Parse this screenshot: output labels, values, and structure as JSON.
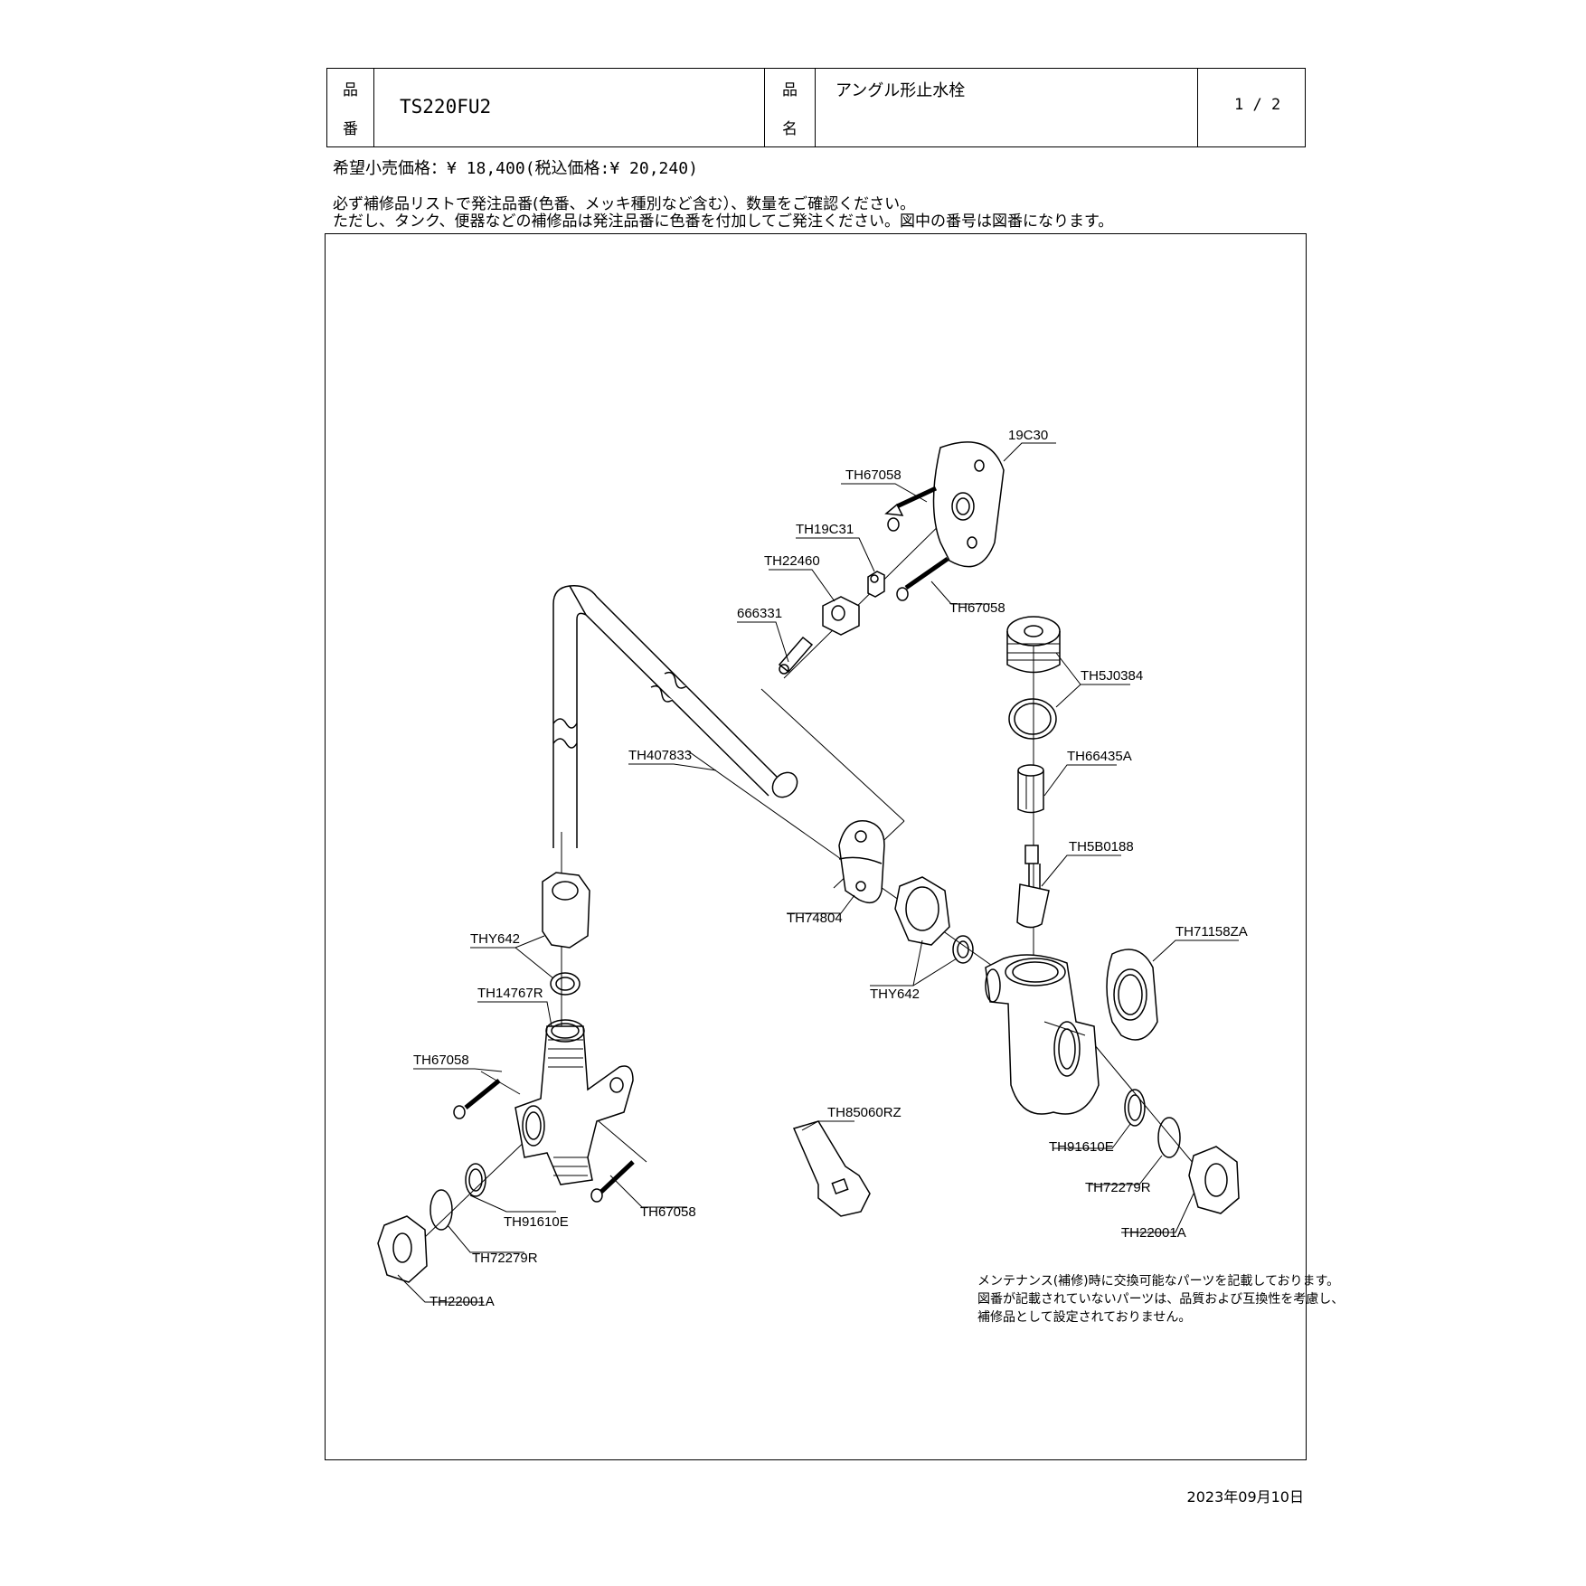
{
  "header": {
    "part_no_label_1": "品",
    "part_no_label_2": "番",
    "part_no": "TS220FU2",
    "name_label_1": "品",
    "name_label_2": "名",
    "product_name": "アングル形止水栓",
    "page": "1 / 2"
  },
  "price_line": "希望小売価格：¥ 18,400(税込価格:¥ 20,240)",
  "notes": [
    "必ず補修品リストで発注品番(色番、メッキ種別など含む）、数量をご確認ください。",
    "ただし、タンク、便器などの補修品は発注品番に色番を付加してご発注ください。図中の番号は図番になります。"
  ],
  "part_labels": {
    "p19c30": "19C30",
    "th67058_a": "TH67058",
    "th19c31": "TH19C31",
    "th22460": "TH22460",
    "th67058_b": "TH67058",
    "p666331": "666331",
    "th5j0384": "TH5J0384",
    "th66435a": "TH66435A",
    "th407833": "TH407833",
    "th5b0188": "TH5B0188",
    "th74804": "TH74804",
    "th71158za": "TH71158ZA",
    "thy642_a": "THY642",
    "thy642_b": "THY642",
    "th14767r": "TH14767R",
    "th67058_c": "TH67058",
    "th85060rz": "TH85060RZ",
    "th91610e_a": "TH91610E",
    "th72279r_a": "TH72279R",
    "th22001a_a": "TH22001A",
    "th67058_d": "TH67058",
    "th91610e_b": "TH91610E",
    "th72279r_b": "TH72279R",
    "th22001a_b": "TH22001A"
  },
  "maintenance_note": [
    "メンテナンス(補修)時に交換可能なパーツを記載しております。",
    "図番が記載されていないパーツは、品質および互換性を考慮し、",
    "補修品として設定されておりません。"
  ],
  "date": "2023年09月10日"
}
